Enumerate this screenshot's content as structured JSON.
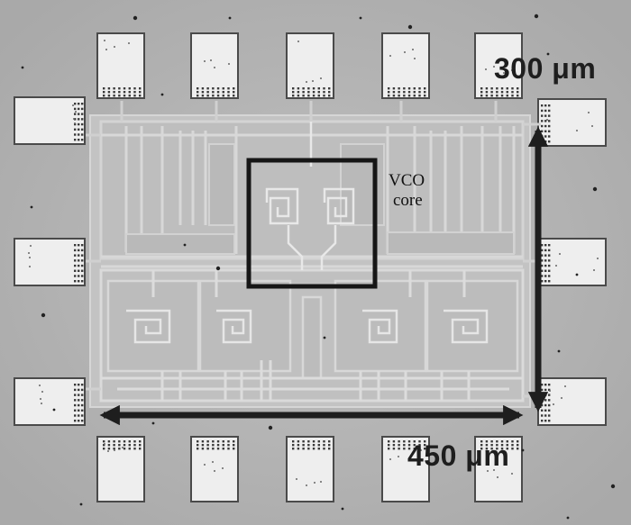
{
  "labels": {
    "vertical_dimension": "300 μm",
    "horizontal_dimension": "450 μm",
    "vco_line1": "VCO",
    "vco_line2": "core"
  },
  "colors": {
    "background": "#b5b5b5",
    "pad": "#efefef",
    "die": "#c4c4c4",
    "metal_trace": "#dcdcdc",
    "arrow": "#1e1e1e",
    "highlight_box": "#161616"
  }
}
